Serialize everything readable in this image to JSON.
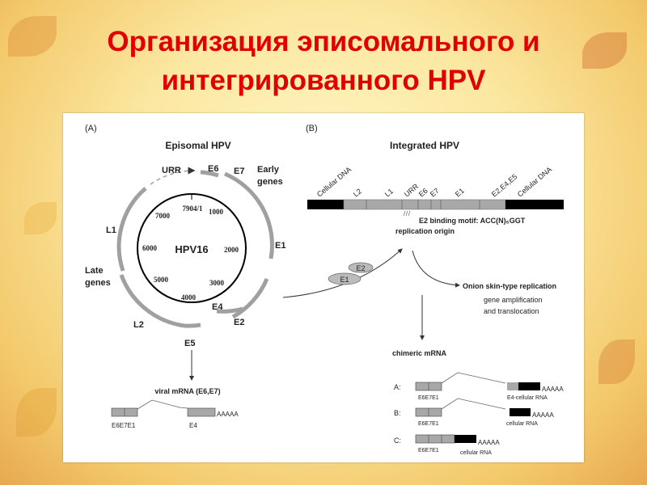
{
  "slide": {
    "title_line1": "Организация эписомального и",
    "title_line2": "интегрированного HPV"
  },
  "panel_a": {
    "label": "(A)",
    "title": "Episomal HPV",
    "center": "HPV16",
    "positions": [
      "7904/1",
      "1000",
      "2000",
      "3000",
      "4000",
      "5000",
      "6000",
      "7000"
    ],
    "genes": {
      "urr": "URR",
      "e6": "E6",
      "e7": "E7",
      "e1": "E1",
      "e2": "E2",
      "e4": "E4",
      "e5": "E5",
      "l1": "L1",
      "l2": "L2"
    },
    "early_genes": [
      "Early",
      "genes"
    ],
    "late_genes": [
      "Late",
      "genes"
    ],
    "mrna_title": "viral mRNA (E6,E7)",
    "mrna_left": "E6E7E1",
    "mrna_right": "E4",
    "polya": "AAAAA"
  },
  "panel_b": {
    "label": "(B)",
    "title": "Integrated HPV",
    "segments": [
      "Cellular DNA",
      "L2",
      "L1",
      "URR",
      "E6",
      "E7",
      "E1",
      "E2,E4,E5",
      "Cellular DNA"
    ],
    "motif": "E2 binding motif: ACC(N)₆GGT",
    "origin": "replication origin",
    "proteins": [
      "E1",
      "E2"
    ],
    "onion": "Onion skin-type replication",
    "amp1": "gene amplification",
    "amp2": "and translocation",
    "chimeric_title": "chimeric mRNA",
    "chimeric": [
      {
        "label": "A:",
        "left": "E6E7E1",
        "right": "E4-cellular RNA",
        "polya": "AAAAA"
      },
      {
        "label": "B:",
        "left": "E6E7E1",
        "right": "cellular RNA",
        "polya": "AAAAA"
      },
      {
        "label": "C:",
        "left": "E6E7E1",
        "right": "cellular RNA",
        "polya": "AAAAA"
      }
    ]
  },
  "colors": {
    "title": "#e00000",
    "gene": "#a8a8a8",
    "cellular": "#000000"
  }
}
